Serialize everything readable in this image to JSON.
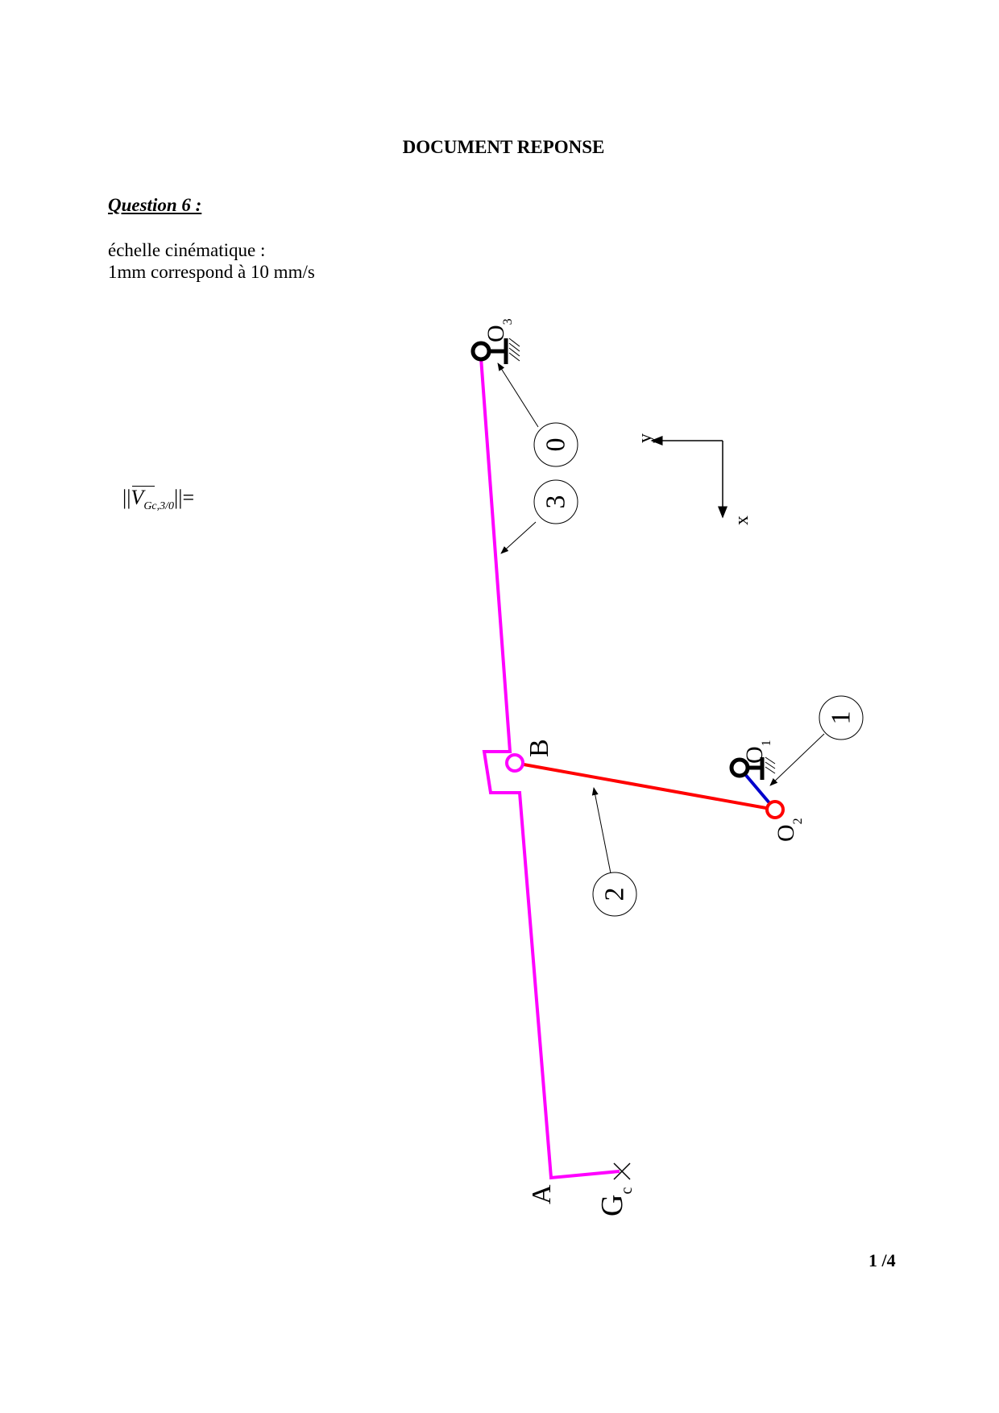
{
  "title": "DOCUMENT REPONSE",
  "question": "Question 6 :",
  "scale_line1": "échelle cinématique :",
  "scale_line2": "1mm  correspond à 10 mm/s",
  "velocity_label": {
    "symbol": "V",
    "subscript": "Gc,3/0",
    "prefix": "||",
    "suffix": "||="
  },
  "figure": {
    "points": {
      "O3": "O",
      "O3_sub": "3",
      "O1": "O",
      "O1_sub": "1",
      "O2": "O",
      "O2_sub": "2",
      "B": "B",
      "A": "A",
      "Gc": "G",
      "Gc_sub": "c"
    },
    "parts": [
      "0",
      "3",
      "1",
      "2"
    ],
    "axes": {
      "x": "x",
      "y": "y"
    },
    "colors": {
      "part3": "#ff00ff",
      "part2": "#ff0000",
      "part1": "#0000cc",
      "frame": "#000000"
    }
  },
  "page_number": "1 /4"
}
